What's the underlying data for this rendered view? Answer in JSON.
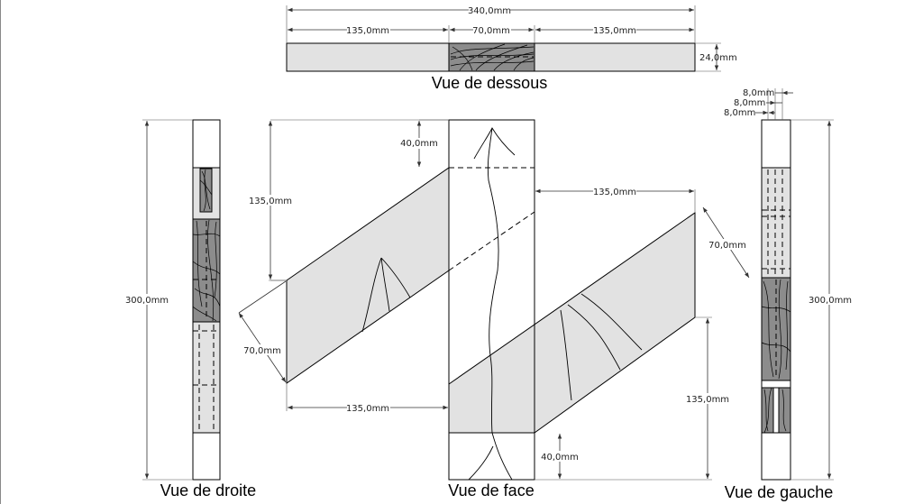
{
  "views": {
    "dessous": "Vue de dessous",
    "droite": "Vue de droite",
    "face": "Vue de face",
    "gauche": "Vue de gauche"
  },
  "dimensions": {
    "total_width": "340,0mm",
    "top_left_135": "135,0mm",
    "top_mid_70": "70,0mm",
    "top_right_135": "135,0mm",
    "top_thickness": "24,0mm",
    "right_height": "300,0mm",
    "face_top_40": "40,0mm",
    "face_left_135": "135,0mm",
    "face_left_70": "70,0mm",
    "face_bottom_135": "135,0mm",
    "face_right_top_135": "135,0mm",
    "face_right_70": "70,0mm",
    "face_right_135": "135,0mm",
    "face_bottom_40": "40,0mm",
    "left_8a": "8,0mm",
    "left_8b": "8,0mm",
    "left_8c": "8,0mm",
    "left_height": "300,0mm"
  },
  "colors": {
    "light_wood": "#e2e2e2",
    "dark_wood": "#8c8c8c",
    "line": "#000000"
  }
}
